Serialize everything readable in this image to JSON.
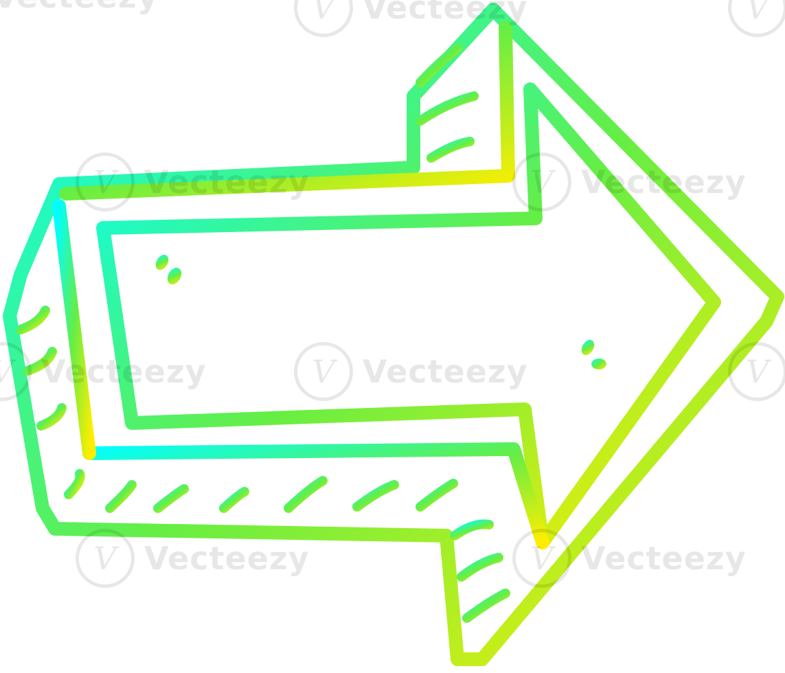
{
  "illustration": {
    "subject": "cartoon arrow pointing right",
    "icon": "right-arrow-icon",
    "gradient": {
      "start_color": "#00ffff",
      "mid_color": "#66ee44",
      "end_color": "#ffee00"
    },
    "stroke_color_note": "gradient cyan to yellow"
  },
  "watermark": {
    "text": "Vecteezy",
    "logo_glyph": "V"
  }
}
